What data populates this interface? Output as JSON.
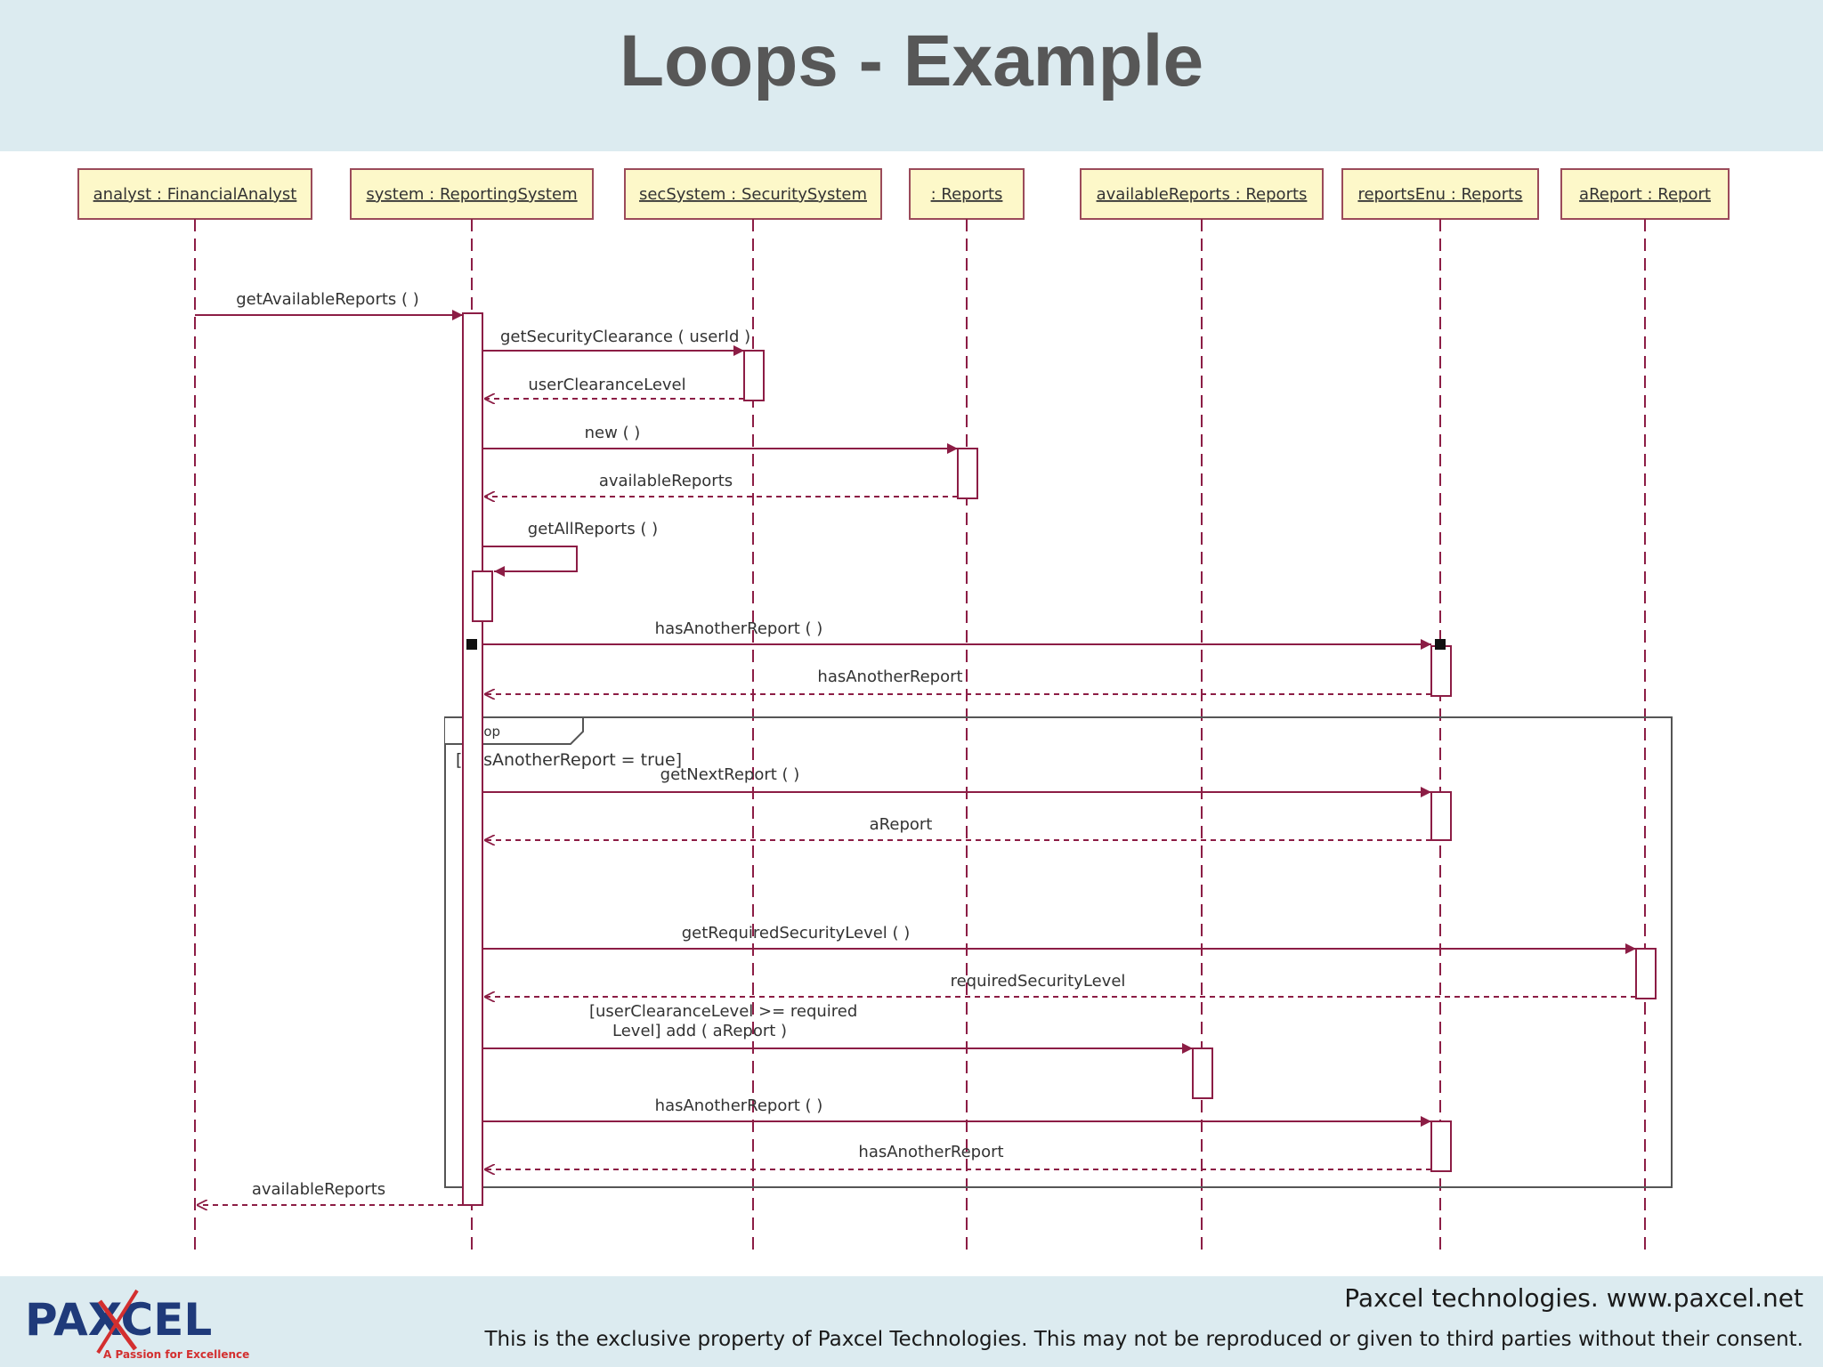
{
  "title": "Loops - Example",
  "colors": {
    "accent": "#8c1d45",
    "lifeline_box_fill": "#fdf8c9",
    "header_bg": "#dcebf0",
    "logo_red": "#d32f2f",
    "logo_blue": "#1f3a7a"
  },
  "lifelines": [
    {
      "label": "analyst : FinancialAnalyst"
    },
    {
      "label": "system : ReportingSystem"
    },
    {
      "label": "secSystem : SecuritySystem"
    },
    {
      "label": ": Reports"
    },
    {
      "label": "availableReports : Reports"
    },
    {
      "label": "reportsEnu : Reports"
    },
    {
      "label": "aReport : Report"
    }
  ],
  "messages": [
    {
      "label": "getAvailableReports (  )",
      "from": 0,
      "to": 1,
      "kind": "call"
    },
    {
      "label": "getSecurityClearance ( userId )",
      "from": 1,
      "to": 2,
      "kind": "call"
    },
    {
      "label": "userClearanceLevel",
      "from": 2,
      "to": 1,
      "kind": "return"
    },
    {
      "label": "new (  )",
      "from": 1,
      "to": 3,
      "kind": "call"
    },
    {
      "label": "availableReports",
      "from": 3,
      "to": 1,
      "kind": "return"
    },
    {
      "label": "getAllReports (  )",
      "from": 1,
      "to": 1,
      "kind": "self"
    },
    {
      "label": "hasAnotherReport (  )",
      "from": 1,
      "to": 5,
      "kind": "call"
    },
    {
      "label": "hasAnotherReport",
      "from": 5,
      "to": 1,
      "kind": "return"
    },
    {
      "label": "getNextReport (  )",
      "from": 1,
      "to": 5,
      "kind": "call"
    },
    {
      "label": "aReport",
      "from": 5,
      "to": 1,
      "kind": "return"
    },
    {
      "label": "getRequiredSecurityLevel (  )",
      "from": 1,
      "to": 6,
      "kind": "call"
    },
    {
      "label": "requiredSecurityLevel",
      "from": 6,
      "to": 1,
      "kind": "return"
    },
    {
      "label": "[userClearanceLevel >= required",
      "label2": "Level] add ( aReport )",
      "from": 1,
      "to": 4,
      "kind": "call"
    },
    {
      "label": "hasAnotherReport (  )",
      "from": 1,
      "to": 5,
      "kind": "call"
    },
    {
      "label": "hasAnotherReport",
      "from": 5,
      "to": 1,
      "kind": "return"
    },
    {
      "label": "availableReports",
      "from": 1,
      "to": 0,
      "kind": "return"
    }
  ],
  "loop": {
    "tag": "loop",
    "guard": "[hasAnotherReport = true]"
  },
  "footer": {
    "site": "Paxcel technologies. www.paxcel.net",
    "note": "This is the exclusive property of Paxcel Technologies. This may not be reproduced or given to third parties without their consent."
  },
  "logo": {
    "text": "PAXCEL",
    "tagline": "A Passion for Excellence"
  }
}
